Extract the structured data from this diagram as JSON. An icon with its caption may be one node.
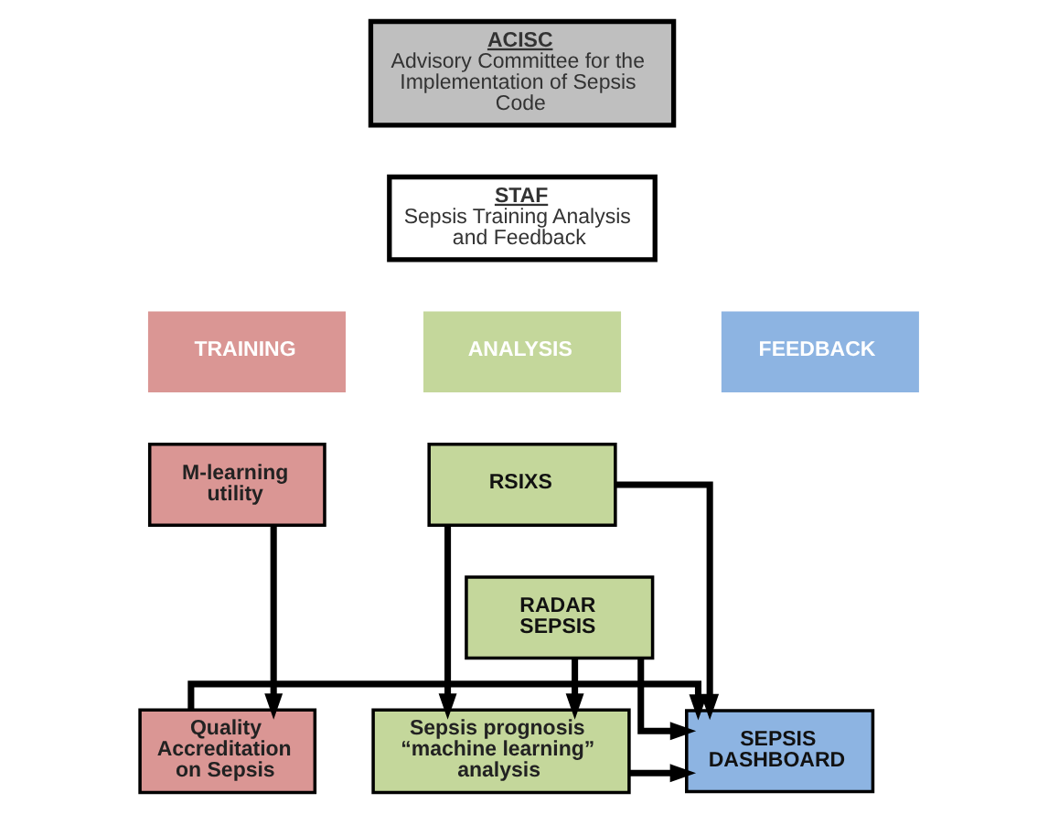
{
  "diagram": {
    "nodes": [
      {
        "text": [
          "ACISC",
          "Advisory Committee for the Implementation of Sepsis Code"
        ]
      },
      {
        "text": [
          "STAF",
          "Sepsis Training Analysis and Feedback"
        ]
      },
      {
        "text": [
          "TRAINING"
        ]
      },
      {
        "text": [
          "ANALYSIS"
        ]
      },
      {
        "text": [
          "FEEDBACK"
        ]
      },
      {
        "text": [
          "M-learning utility"
        ]
      },
      {
        "text": [
          "RSIXS"
        ]
      },
      {
        "text": [
          "RADAR SEPSIS"
        ]
      },
      {
        "text": [
          "Sepsis prognosis “machine learning” analysis"
        ]
      },
      {
        "text": [
          "Quality Accreditation on Sepsis"
        ]
      },
      {
        "text": [
          "SEPSIS DASHBOARD"
        ]
      }
    ],
    "edges": [
      {
        "from": 5,
        "to": 9,
        "arrow": "to"
      },
      {
        "from": 6,
        "to": 8,
        "arrow": "to"
      },
      {
        "from": 7,
        "to": 8,
        "arrow": "to"
      },
      {
        "from": 6,
        "to": 10,
        "arrow": "to"
      },
      {
        "from": 7,
        "to": 10,
        "arrow": "to"
      },
      {
        "from": 8,
        "to": 10,
        "arrow": "to"
      },
      {
        "from": 9,
        "to": 10,
        "arrow": "to"
      }
    ]
  }
}
